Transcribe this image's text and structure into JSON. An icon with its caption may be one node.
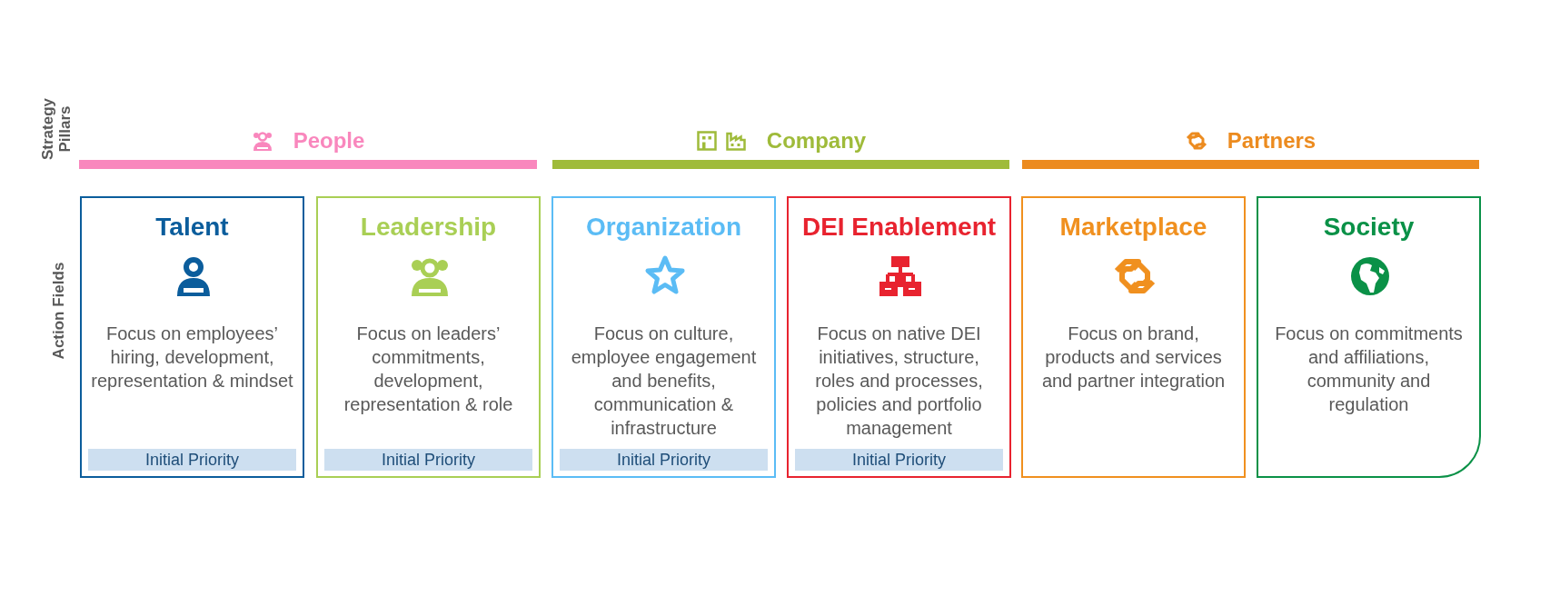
{
  "diagram": {
    "nodes": [
      {
        "text": [
          "People"
        ]
      },
      {
        "text": [
          "Company"
        ]
      },
      {
        "text": [
          "Partners"
        ]
      },
      {
        "text": [
          "Talent",
          "Focus on employees’ hiring, development, representation & mindset"
        ]
      },
      {
        "text": [
          "Initial Priority"
        ],
        "in": 3
      },
      {
        "text": [
          "Leadership",
          "Focus on leaders’ commitments, development, representation & role"
        ]
      },
      {
        "text": [
          "Initial Priority"
        ],
        "in": 5
      },
      {
        "text": [
          "Organization",
          "Focus on culture, employee engagement and benefits, communication & infrastructure"
        ]
      },
      {
        "text": [
          "Initial Priority"
        ],
        "in": 7
      },
      {
        "text": [
          "DEI Enablement",
          "Focus on native DEI initiatives, structure, roles and processes, policies and portfolio management"
        ]
      },
      {
        "text": [
          "Initial Priority"
        ],
        "in": 9
      },
      {
        "text": [
          "Marketplace",
          "Focus on brand, products and services and partner integration"
        ]
      },
      {
        "text": [
          "Society",
          "Focus on commitments and affiliations, community and regulation"
        ]
      }
    ],
    "labels": [
      "Strategy Pillars",
      "Action Fields"
    ]
  }
}
